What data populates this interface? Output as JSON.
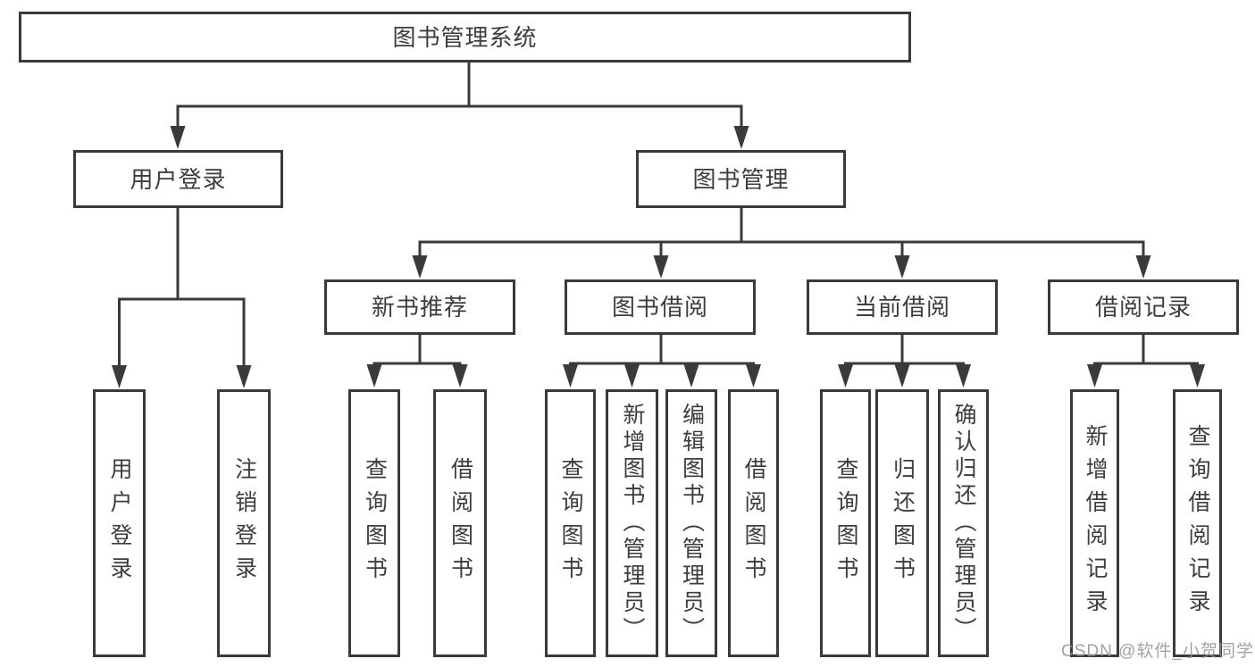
{
  "tree": {
    "root": {
      "label": "图书管理系统",
      "children": [
        {
          "label": "用户登录",
          "children": [
            {
              "label": "用户登录"
            },
            {
              "label": "注销登录"
            }
          ]
        },
        {
          "label": "图书管理",
          "children": [
            {
              "label": "新书推荐",
              "children": [
                {
                  "label": "查询图书"
                },
                {
                  "label": "借阅图书"
                }
              ]
            },
            {
              "label": "图书借阅",
              "children": [
                {
                  "label": "查询图书"
                },
                {
                  "label": "新增图书（管理员）"
                },
                {
                  "label": "编辑图书（管理员）"
                },
                {
                  "label": "借阅图书"
                }
              ]
            },
            {
              "label": "当前借阅",
              "children": [
                {
                  "label": "查询图书"
                },
                {
                  "label": "归还图书"
                },
                {
                  "label": "确认归还（管理员）"
                }
              ]
            },
            {
              "label": "借阅记录",
              "children": [
                {
                  "label": "新增借阅记录"
                },
                {
                  "label": "查询借阅记录"
                }
              ]
            }
          ]
        }
      ]
    }
  },
  "watermark": "CSDN @软件_小贺同学",
  "colors": {
    "line": "#3a3a3a",
    "text": "#3d3d3d",
    "background": "#ffffff",
    "watermark": "#919191"
  }
}
